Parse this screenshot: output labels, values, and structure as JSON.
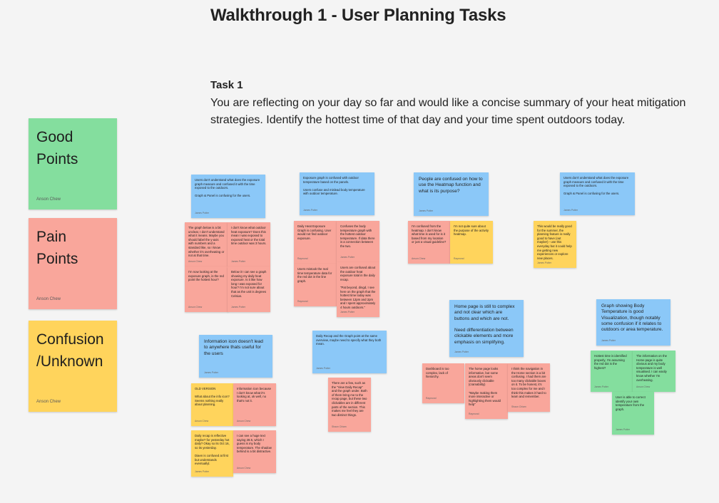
{
  "page": {
    "title": "Walkthrough 1 - User Planning Tasks",
    "task_heading": "Task 1",
    "task_text": "You are reflecting on your day so far and would like a concise summary of your heat mitigation strategies. Identify the hottest time of that day and your time spent outdoors today."
  },
  "colors": {
    "green": "#84de9e",
    "pink": "#f9a69b",
    "yellow": "#ffd45c",
    "blue": "#8bc8f8"
  },
  "legend": [
    {
      "label": "Good\nPoints",
      "author": "Anson Chew",
      "color": "green"
    },
    {
      "label": "Pain\nPoints",
      "author": "Anson Chew",
      "color": "pink"
    },
    {
      "label": "Confusion\n/Unknown",
      "author": "Anson Chew",
      "color": "yellow"
    }
  ],
  "notes": [
    {
      "text": "Users don't understand what does the exposure graph measure and confused it with the time exposed to the outdoors.\n\nGraph & Panel is confusing for the users.",
      "author": "James Potter",
      "color": "blue"
    },
    {
      "text": "The graph below is a bit unclear, I don't understand what it means. Maybe you should label the y-axis with numbers and a standard like, so I know whether it's overheating or not at that time.",
      "author": "Anson Chew",
      "color": "pink"
    },
    {
      "text": "I don't know what outdoor heat exposure? Does this mean I was exposed to exposed heat or the total time outdoor was 3 hours.",
      "author": "James Potter",
      "color": "pink"
    },
    {
      "text": "I'm now looking at the exposure graph, is the red point the hottest hour?",
      "author": "Anson Chew",
      "color": "pink"
    },
    {
      "text": "Below it I can see a graph showing my daily heat exposure. Is it like how long I was exposed for hour? I'm not sure about that as the unit is degrees Celsius.",
      "author": "James Potter",
      "color": "pink"
    },
    {
      "text": "Exposure graph is confused with outdoor temperature based on the panels.\n\nUsers confuse and mislead body temperature with outdoor temperature.",
      "author": "James Potter",
      "color": "blue"
    },
    {
      "text": "Daily Heat Exposure Graph is confusing. User would not find outdoor exposure.",
      "author": "Raymond",
      "color": "pink"
    },
    {
      "text": "Confuses the body temperature graph with the hottest outdoor temperature. If data there is a connection between the two.",
      "author": "James Potter",
      "color": "pink"
    },
    {
      "text": "Users mistook the real time temperature data for the red dot in the line graph.",
      "author": "Raymond",
      "color": "pink"
    },
    {
      "text": "Users are confused about the outdoor heat exposure total in the daily recap.\n\n\"Pat beyond, dingd, I see here on the graph that the hottest time today was between 12pm and 2pm and I spent approximately 4 hours outdoors.\"",
      "author": "James Potter",
      "color": "pink"
    },
    {
      "text": "People are confused on how to use the Heatmap function and what is its purpose?",
      "author": "James Potter",
      "color": "blue"
    },
    {
      "text": "I'm confused from the heatmap. I don't know what time is used for is it based from my location or just a visual guideline?",
      "author": "Anson Chew",
      "color": "pink"
    },
    {
      "text": "I'm not quite sure about the purpose of the activity heatmap.",
      "author": "Raymond",
      "color": "yellow"
    },
    {
      "text": "Users don't understand what does the exposure graph measure and confused it with the time exposed to the outdoors.\n\nGraph & Panel is confusing for the users.",
      "author": "James Potter",
      "color": "blue"
    },
    {
      "text": "This would be really good for the summer, the planning feature is really good to have (out maybe!) - use this everyday but it could help me getting new experiences or explore new places.",
      "author": "James Potter",
      "color": "yellow"
    },
    {
      "text": "Information icon doesn't lead to anywhere thats useful for the users",
      "author": "James Potter",
      "color": "blue"
    },
    {
      "text": "Daily Recap and the Graph point at the same overview, maybe need to specify what they both mean.",
      "author": "James Potter",
      "color": "blue"
    },
    {
      "text": "Home page is still to complex and not clear which are buttons and which are not.\n\nNeed differentiation between clickable elements and more emphasis on simplifying.",
      "author": "James Potter",
      "color": "blue"
    },
    {
      "text": "Graph showing Body Temperature is good Visualization, though notably some confusion if it relates to outdoors or area temperature.",
      "author": "James Potter",
      "color": "blue"
    },
    {
      "text": "OLD VERSION\n\nWhat about the info icon? Seems nothing really about planning.",
      "author": "Anson Chew",
      "color": "yellow"
    },
    {
      "text": "Information icon because I don't know what it's looking at, ok well, no that's not it.",
      "author": "Anson Chew",
      "color": "pink"
    },
    {
      "text": "There are a few, such as the \"View Daily Recap\" and the graph under. Both of them bring me to the recap page, but these two clickables are in different parts of the section. This makes me feel they are two distinct things.",
      "author": "Shaun Chiam",
      "color": "pink"
    },
    {
      "text": "Dashboard is too complex, lack of hierarchy.",
      "author": "Raymond",
      "color": "pink"
    },
    {
      "text": "The home page looks informative, but some areas don't seem obviously clickable (cramability)\n\n\"Maybe making them more interactive or highlighting them would help\"",
      "author": "Raymond",
      "color": "pink"
    },
    {
      "text": "I think the navigation in the Home section is a bit confusing. I had them are too many clickable boxes on it. To be honest, it's too complex for me and I think this makes it hard to learn and remember.",
      "author": "Shaun Chiam",
      "color": "pink"
    },
    {
      "text": "Hottest time is identified properly, I'm assuming the red dot is the highest?",
      "author": "James Potter",
      "color": "green"
    },
    {
      "text": "The information on the Home page is quite obvious and my body temperature is well visualised. I can easily know whether I'm overheating.",
      "author": "Anson Chew",
      "color": "green"
    },
    {
      "text": "User is able to correct identify your own temperature from the graph.",
      "author": "James Potter",
      "color": "green"
    },
    {
      "text": "Daily recap is reflective maybe? for yesterday hot daily? Okay so its Oct 16, so its yesterday.\n\nDiaen is confused at first but understands eventuallyl.",
      "author": "James Potter",
      "color": "yellow"
    },
    {
      "text": "I can see a huge text saying 28.5, which I guess is my body temperature. The shadow behind is a bit distractive.",
      "author": "Anson Chew",
      "color": "pink"
    }
  ]
}
